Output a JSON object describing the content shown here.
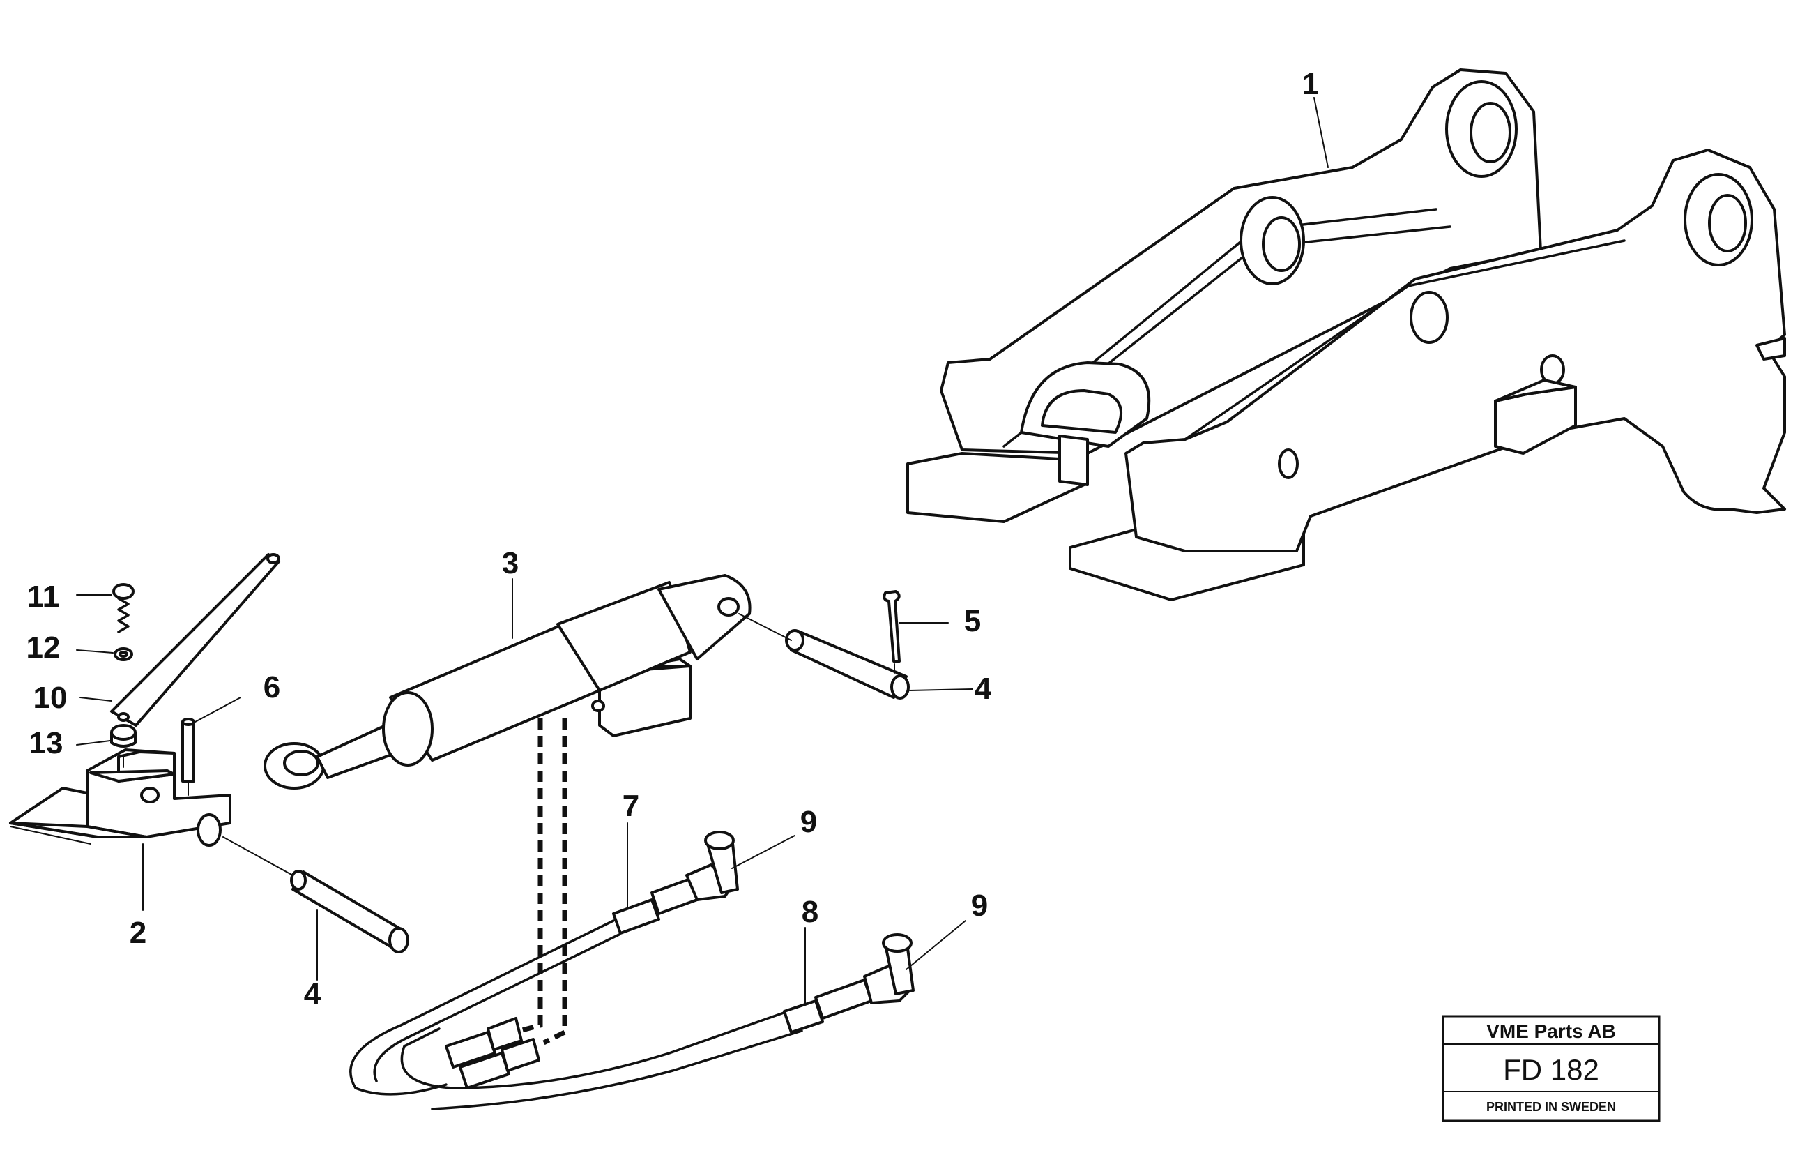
{
  "callouts": [
    "1",
    "2",
    "3",
    "4",
    "4",
    "5",
    "6",
    "7",
    "8",
    "9",
    "9",
    "10",
    "11",
    "12",
    "13"
  ],
  "stamp": {
    "company": "VME Parts AB",
    "code": "FD 182",
    "note": "PRINTED IN SWEDEN"
  }
}
